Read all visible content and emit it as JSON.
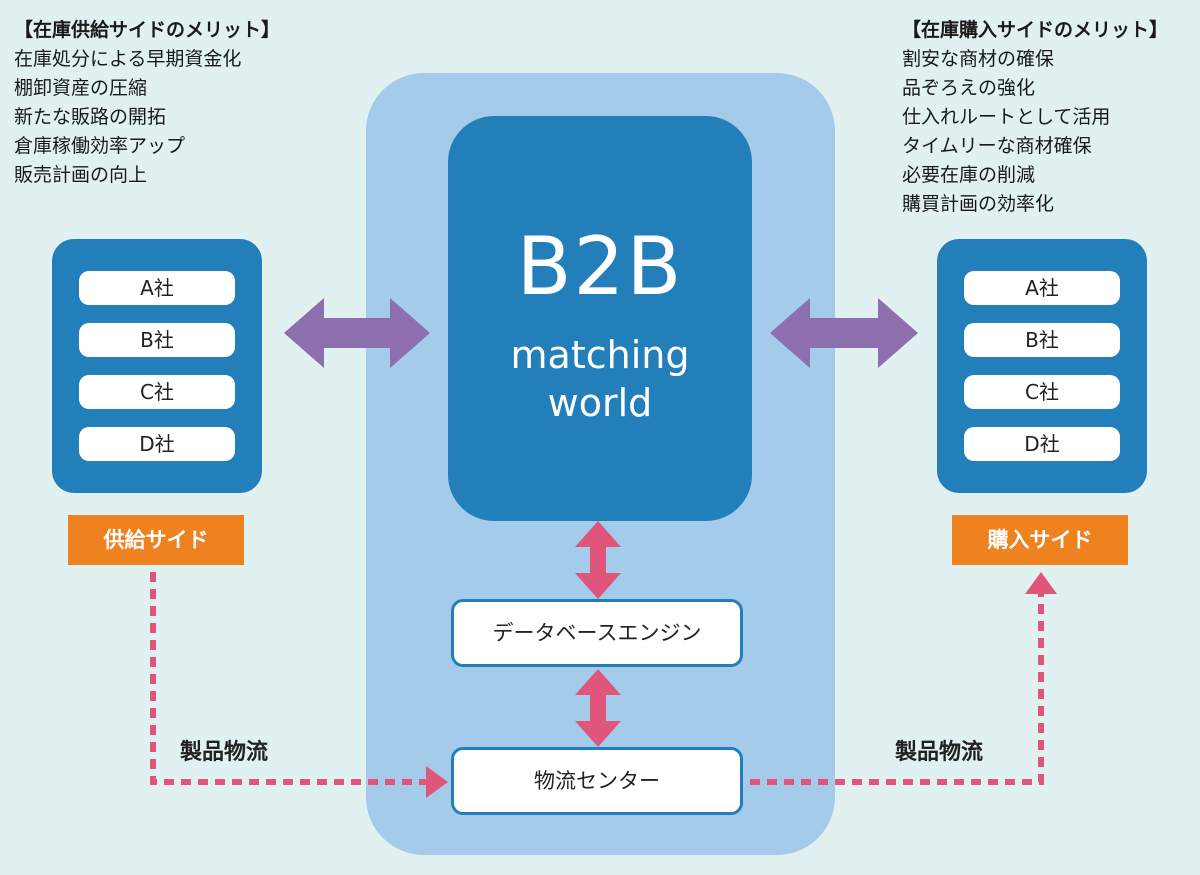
{
  "supply_benefits": {
    "heading": "【在庫供給サイドのメリット】",
    "items": [
      "在庫処分による早期資金化",
      "棚卸資産の圧縮",
      "新たな販路の開拓",
      "倉庫稼働効率アップ",
      "販売計画の向上"
    ]
  },
  "purchase_benefits": {
    "heading": "【在庫購入サイドのメリット】",
    "items": [
      "割安な商材の確保",
      "品ぞろえの強化",
      "仕入れルートとして活用",
      "タイムリーな商材確保",
      "必要在庫の削減",
      "購買計画の効率化"
    ]
  },
  "supply_companies": [
    "A社",
    "B社",
    "C社",
    "D社"
  ],
  "purchase_companies": [
    "A社",
    "B社",
    "C社",
    "D社"
  ],
  "supply_label": "供給サイド",
  "purchase_label": "購入サイド",
  "platform": {
    "title": "B2B",
    "subtitle_line1": "matching",
    "subtitle_line2": "world"
  },
  "database_engine": "データベースエンジン",
  "logistics_center": "物流センター",
  "flow_label_left": "製品物流",
  "flow_label_right": "製品物流",
  "colors": {
    "background": "#e1f0f0",
    "panel": "#a4cbe9",
    "primary_blue": "#237fba",
    "orange": "#ee821f",
    "purple_arrow": "#8e6fae",
    "pink_arrow": "#e0557c"
  }
}
